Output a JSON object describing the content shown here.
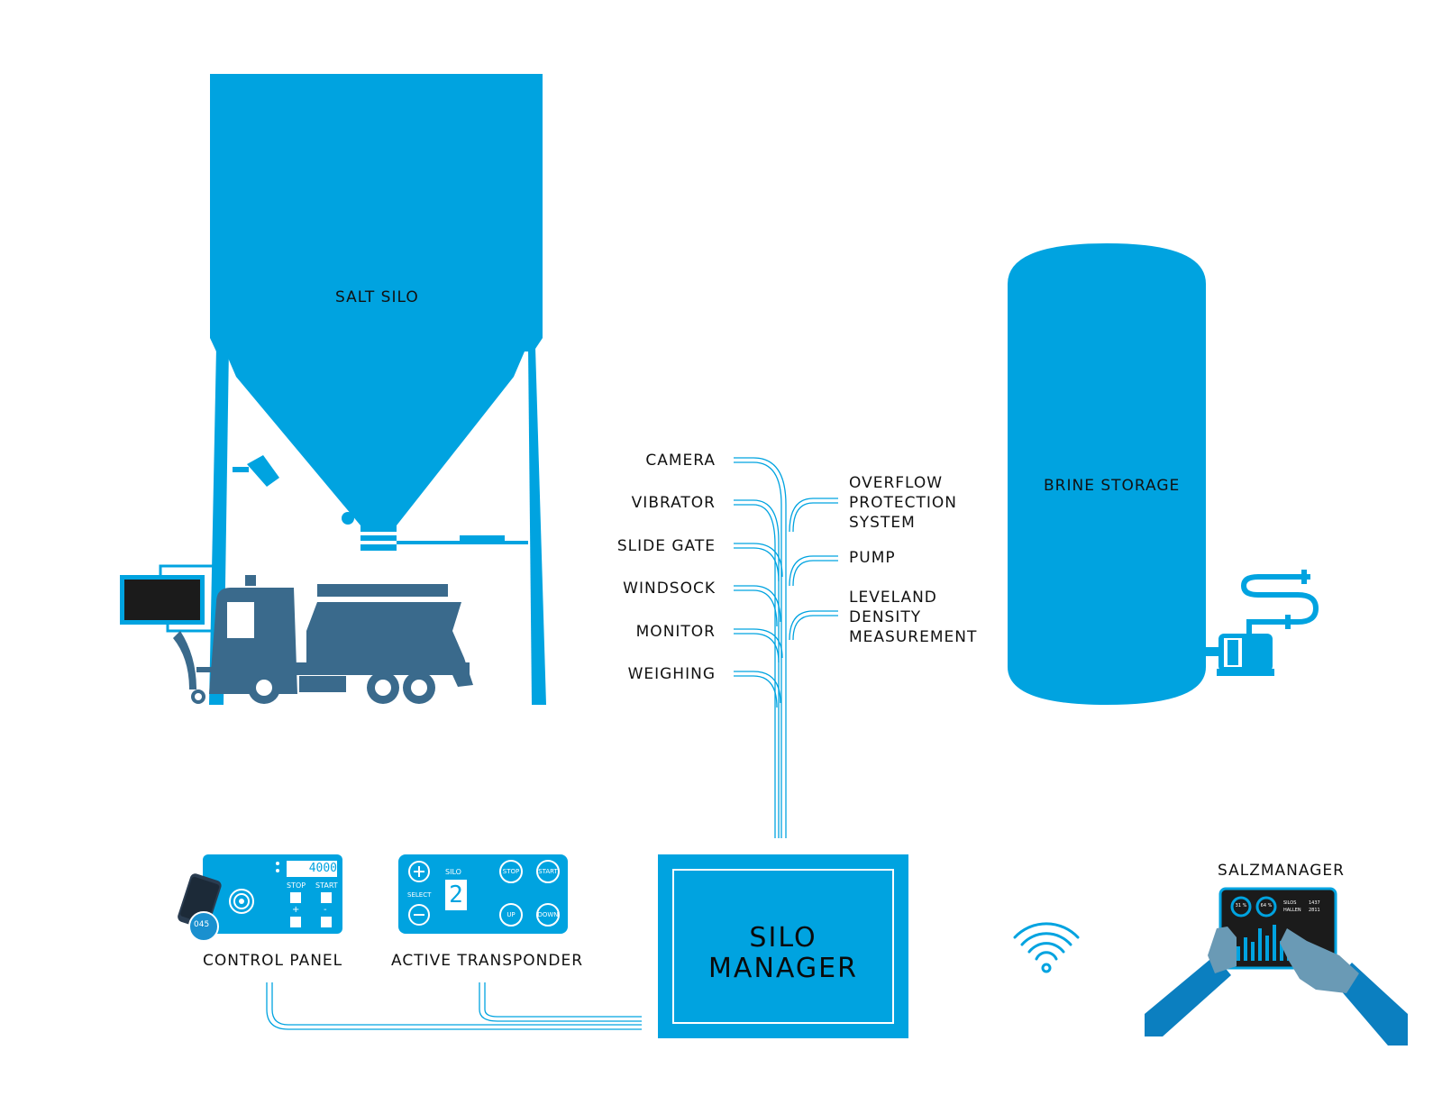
{
  "labels": {
    "salt_silo": "SALT SILO",
    "brine_storage": "BRINE STORAGE",
    "control_panel": "CONTROL PANEL",
    "active_transponder": "ACTIVE TRANSPONDER",
    "salzmanager": "SALZMANAGER",
    "silo_manager_line1": "SILO",
    "silo_manager_line2": "MANAGER"
  },
  "sensors_left": [
    "CAMERA",
    "VIBRATOR",
    "SLIDE GATE",
    "WINDSOCK",
    "MONITOR",
    "WEIGHING"
  ],
  "sensors_right": [
    {
      "lines": [
        "OVERFLOW",
        "PROTECTION",
        "SYSTEM"
      ]
    },
    {
      "lines": [
        "PUMP"
      ]
    },
    {
      "lines": [
        "LEVELAND",
        "DENSITY",
        "MEASUREMENT"
      ]
    }
  ],
  "control_panel": {
    "display_value": "4000",
    "stop": "STOP",
    "start": "START",
    "plus": "+",
    "minus": "-",
    "tag_number": "045"
  },
  "transponder": {
    "silo": "SILO",
    "select": "SELECT",
    "digit": "2",
    "stop": "STOP",
    "start": "START",
    "up": "UP",
    "down": "DOWN"
  },
  "tablet": {
    "gauge1": "31 %",
    "gauge2": "64 %",
    "silos": "SILOS",
    "hallen": "HALLEN",
    "val1": "1437",
    "val2": "2811"
  },
  "colors": {
    "primary": "#00a3e0",
    "truck": "#3a6a8c",
    "screen": "#1b1b1b",
    "hand": "#6a9ab5",
    "sleeve": "#0b7fc0"
  }
}
